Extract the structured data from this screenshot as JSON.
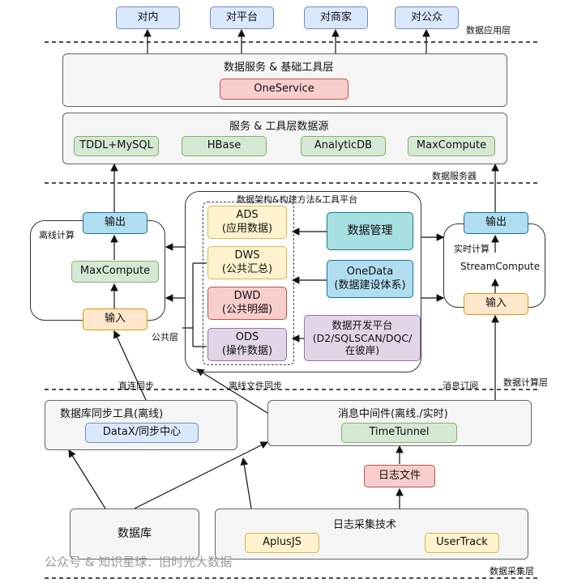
{
  "layers": {
    "app": "数据应用层",
    "service": "数据服务器",
    "compute": "数据计算层",
    "collect": "数据采集层"
  },
  "apps": [
    "对内",
    "对平台",
    "对商家",
    "对公众"
  ],
  "data_service": {
    "title": "数据服务 & 基础工具层",
    "item": "OneService"
  },
  "data_sources": {
    "title": "服务 & 工具层数据源",
    "items": [
      "TDDL+MySQL",
      "HBase",
      "AnalyticDB",
      "MaxCompute"
    ]
  },
  "offline": {
    "label": "离线计算",
    "output": "输出",
    "engine": "MaxCompute",
    "input": "输入"
  },
  "realtime": {
    "label": "实时计算",
    "output": "输出",
    "engine": "StreamCompute",
    "input": "输入"
  },
  "platform": {
    "title": "数据架构&构建方法&工具平台",
    "layers": [
      "ADS\n(应用数据)",
      "DWS\n(公共汇总)",
      "DWD\n(公共明细)",
      "ODS\n(操作数据)"
    ],
    "common_label": "公共层",
    "tools": [
      "数据管理",
      "OneData\n(数据建设体系)",
      "数据开发平台\n(D2/SQLSCAN/DQC/\n在彼岸)"
    ]
  },
  "edges": {
    "direct_sync": "直连同步",
    "offline_file_sync": "离线文件同步",
    "msg_subscribe": "消息订阅"
  },
  "db_sync": {
    "title": "数据库同步工具(离线)",
    "item": "DataX/同步中心"
  },
  "mq": {
    "title": "消息中间件(离线./实时)",
    "item": "TimeTunnel"
  },
  "log_file": "日志文件",
  "database": "数据库",
  "log_collect": {
    "title": "日志采集技术",
    "items": [
      "AplusJS",
      "UserTrack"
    ]
  },
  "watermark": "公众号 & 知识星球：旧时光大数据"
}
